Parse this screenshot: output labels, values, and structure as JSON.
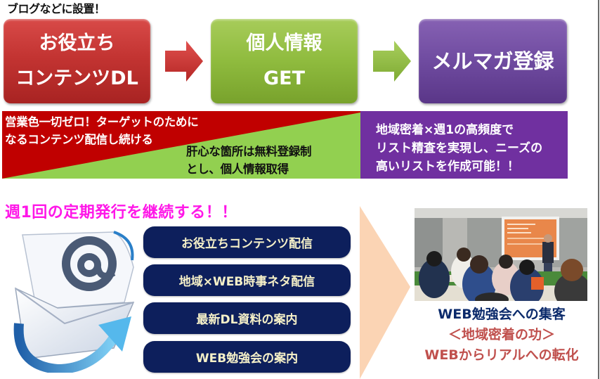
{
  "caption_top": "ブログなどに設置！",
  "flow_steps": [
    {
      "line1": "お役立ち",
      "line2": "コンテンツDL",
      "color": "#c33432"
    },
    {
      "line1": "個人情報",
      "line2": "GET",
      "color": "#8fbb3e"
    },
    {
      "line1": "メルマガ登録",
      "line2": "",
      "color": "#6f4ba0"
    }
  ],
  "arrows": [
    {
      "icon": "right-arrow-icon",
      "color": "#cc2f2d"
    },
    {
      "icon": "right-arrow-icon",
      "color": "#8dbb3e"
    }
  ],
  "band": {
    "red_text": "営業色一切ゼロ！ターゲットのためになるコンテンツ配信し続ける",
    "green_text_line1": "肝心な箇所は無料登録制",
    "green_text_line2": "とし、個人情報取得",
    "purple_text_line1": "地域密着×週1の高頻度で",
    "purple_text_line2": "リスト精査を実現し、ニーズの",
    "purple_text_line3": "高いリストを作成可能！！",
    "colors": {
      "red": "#c00000",
      "green": "#92d050",
      "purple": "#7030a0"
    }
  },
  "weekly": {
    "title": "週1回の定期発行を継続する！！",
    "title_color": "#ff17e8",
    "icon": "email-icon",
    "items": [
      "お役立ちコンテンツ配信",
      "地域×WEB時事ネタ配信",
      "最新DL資料の案内",
      "WEB勉強会の案内"
    ],
    "item_bg": "#0d1f5c"
  },
  "result": {
    "photo": "seminar-photo",
    "caption": "WEB勉強会への集客",
    "line1": "＜地域密着の功＞",
    "line2": "WEBからリアルへの転化"
  }
}
